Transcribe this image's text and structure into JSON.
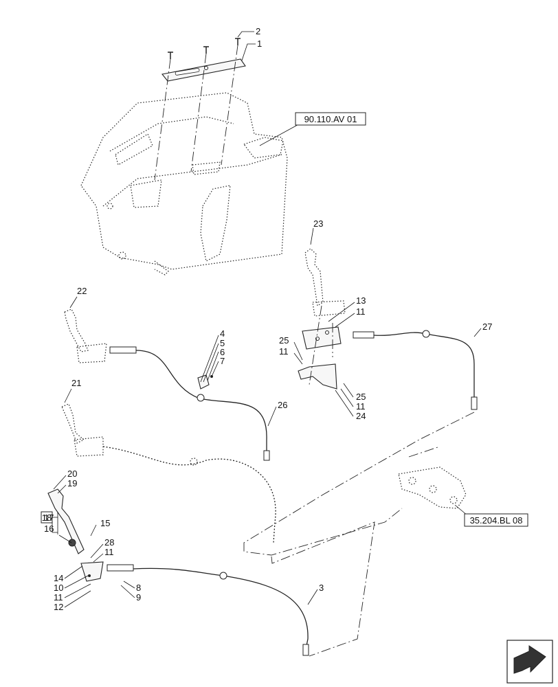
{
  "diagram": {
    "references": [
      {
        "id": "ref-cab",
        "text": "90.110.AV 01"
      },
      {
        "id": "ref-valve",
        "text": "35.204.BL 08"
      }
    ],
    "kit_label": "18",
    "callouts": {
      "c1": "1",
      "c2": "2",
      "c3": "3",
      "c4": "4",
      "c5": "5",
      "c6": "6",
      "c7": "7",
      "c8": "8",
      "c9": "9",
      "c10": "10",
      "c11a": "11",
      "c11b": "11",
      "c11c": "11",
      "c11d": "11",
      "c11e": "11",
      "c12": "12",
      "c13": "13",
      "c14": "14",
      "c15": "15",
      "c16": "16",
      "c17": "17",
      "c19": "19",
      "c20": "20",
      "c21": "21",
      "c22": "22",
      "c23": "23",
      "c24": "24",
      "c25a": "25",
      "c25b": "25",
      "c26": "26",
      "c27": "27",
      "c28": "28"
    },
    "icons": {
      "nav": "direction-arrow-icon"
    }
  }
}
